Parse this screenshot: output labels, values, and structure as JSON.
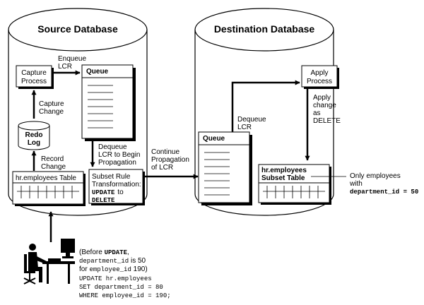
{
  "source": {
    "title": "Source Database",
    "capture_process": [
      "Capture",
      "Process"
    ],
    "queue_title": "Queue",
    "redo_log": [
      "Redo",
      "Log"
    ],
    "table_title": "hr.employees Table",
    "subset_rule": [
      "Subset Rule",
      "Transformation:",
      "UPDATE",
      "to",
      "DELETE"
    ],
    "enqueue_label": [
      "Enqueue",
      "LCR"
    ],
    "capture_change_label": [
      "Capture",
      "Change"
    ],
    "record_change_label": [
      "Record",
      "Change"
    ],
    "dequeue_label": [
      "Dequeue",
      "LCR to Begin",
      "Propagation"
    ]
  },
  "propagation_label": [
    "Continue",
    "Propagation",
    "of LCR"
  ],
  "destination": {
    "title": "Destination Database",
    "apply_process": [
      "Apply",
      "Process"
    ],
    "queue_title": "Queue",
    "dequeue_label": [
      "Dequeue",
      "LCR"
    ],
    "apply_label": [
      "Apply",
      "change",
      "as",
      "DELETE"
    ],
    "table_title": [
      "hr.employees",
      "Subset Table"
    ],
    "note": [
      "Only employees",
      "with",
      "department_id = 50"
    ]
  },
  "user_note": {
    "line1_pre": "(Before ",
    "line1_code": "UPDATE",
    "line1_post": ",",
    "line2_code": "department_id",
    "line2_post": " is 50",
    "line3_pre": "for ",
    "line3_code": "employee_id",
    "line3_post": " 190)",
    "code_lines": [
      "UPDATE hr.employees",
      "SET department_id = 80",
      "WHERE employee_id = 190;"
    ]
  },
  "icons": {
    "user": "person-at-computer-icon"
  }
}
